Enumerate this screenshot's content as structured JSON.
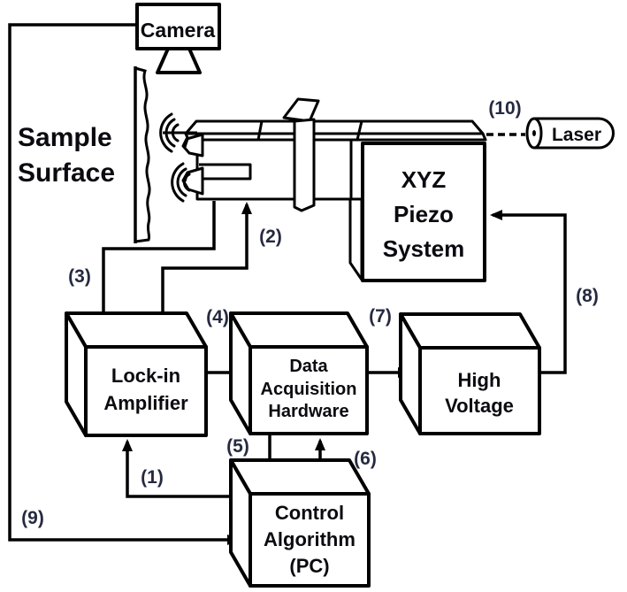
{
  "colors": {
    "background": "#ffffff",
    "line": "#000000",
    "box_text": "#0a0a10",
    "number_label": "#252a40"
  },
  "nodes": {
    "camera": {
      "label": "Camera"
    },
    "sample_surface": {
      "line1": "Sample",
      "line2": "Surface"
    },
    "xyz_piezo_system": {
      "line1": "XYZ",
      "line2": "Piezo",
      "line3": "System"
    },
    "laser": {
      "label": "Laser"
    },
    "lock_in_amplifier": {
      "line1": "Lock-in",
      "line2": "Amplifier"
    },
    "data_acquisition_hardware": {
      "line1": "Data",
      "line2": "Acquisition",
      "line3": "Hardware"
    },
    "high_voltage": {
      "line1": "High",
      "line2": "Voltage"
    },
    "control_algorithm_pc": {
      "line1": "Control",
      "line2": "Algorithm",
      "line3": "(PC)"
    }
  },
  "connection_labels": {
    "c1": "(1)",
    "c2": "(2)",
    "c3": "(3)",
    "c4": "(4)",
    "c5": "(5)",
    "c6": "(6)",
    "c7": "(7)",
    "c8": "(8)",
    "c9": "(9)",
    "c10": "(10)"
  }
}
